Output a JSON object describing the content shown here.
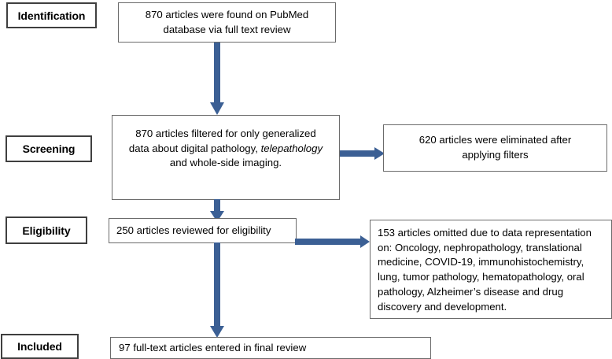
{
  "diagram": {
    "title": "PRISMA study selection flow diagram",
    "accent_color": "#3b5f94",
    "box_border_color": "#6b6b6b",
    "label_border_color": "#3f3f3f",
    "background_color": "#ffffff"
  },
  "stages": [
    {
      "id": "identification",
      "label": "Identification"
    },
    {
      "id": "screening",
      "label": "Screening"
    },
    {
      "id": "eligibility",
      "label": "Eligibility"
    },
    {
      "id": "included",
      "label": "Included"
    }
  ],
  "boxes": {
    "identification_records": {
      "line1": "870 articles were found on PubMed",
      "line2": "database via full text review"
    },
    "screening_filtered": {
      "line1": "870 articles filtered for only generalized",
      "line2_pre": "data about digital pathology, ",
      "line2_italic": "telepathology",
      "line3": "and whole-side imaging."
    },
    "screening_excluded": {
      "line1": "620 articles were eliminated after",
      "line2": "applying filters"
    },
    "eligibility_reviewed": {
      "text": "250 articles reviewed for eligibility"
    },
    "eligibility_excluded": {
      "line1": "153 articles omitted due to data representation",
      "line2": "on: Oncology, nephropathology, translational",
      "line3": "medicine, COVID-19, immunohistochemistry,",
      "line4": "lung, tumor pathology, hematopathology, oral",
      "line5": "pathology, Alzheimer’s disease and drug",
      "line6": "discovery and development."
    },
    "included_final": {
      "text": "97 full-text articles entered in final review"
    }
  },
  "arrows": [
    {
      "id": "identification-to-screening",
      "direction": "down"
    },
    {
      "id": "screening-to-excluded",
      "direction": "right"
    },
    {
      "id": "screening-to-eligibility",
      "direction": "down"
    },
    {
      "id": "eligibility-to-excluded",
      "direction": "right"
    },
    {
      "id": "eligibility-to-included",
      "direction": "down"
    }
  ],
  "counts": {
    "identified": 870,
    "screened": 870,
    "screening_excluded": 620,
    "eligibility_assessed": 250,
    "eligibility_excluded": 153,
    "included": 97
  }
}
